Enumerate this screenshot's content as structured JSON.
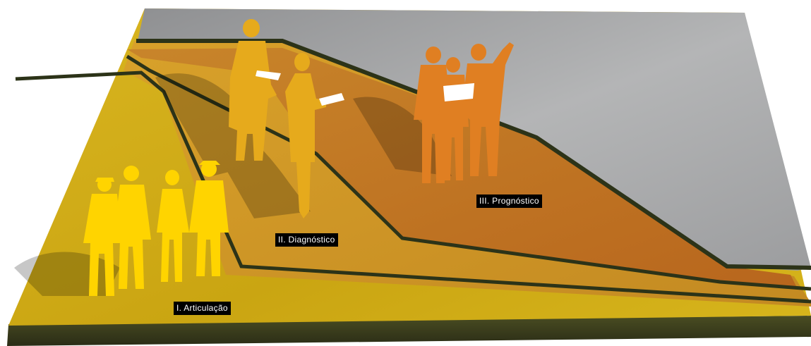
{
  "stages": [
    {
      "label": "I. Articulação",
      "color": "#ffd400"
    },
    {
      "label": "II. Diagnóstico",
      "color": "#e6aa1c"
    },
    {
      "label": "III. Prognóstico",
      "color": "#e07f22"
    }
  ],
  "colors": {
    "terrain_gray": "#a6a6a6",
    "band_dark_orange": "#c97a22",
    "band_mid_orange": "#d9a22a",
    "band_yellow": "#d9b21a",
    "outline_dark": "#2c3318",
    "base_edge": "#3a3e1c"
  }
}
